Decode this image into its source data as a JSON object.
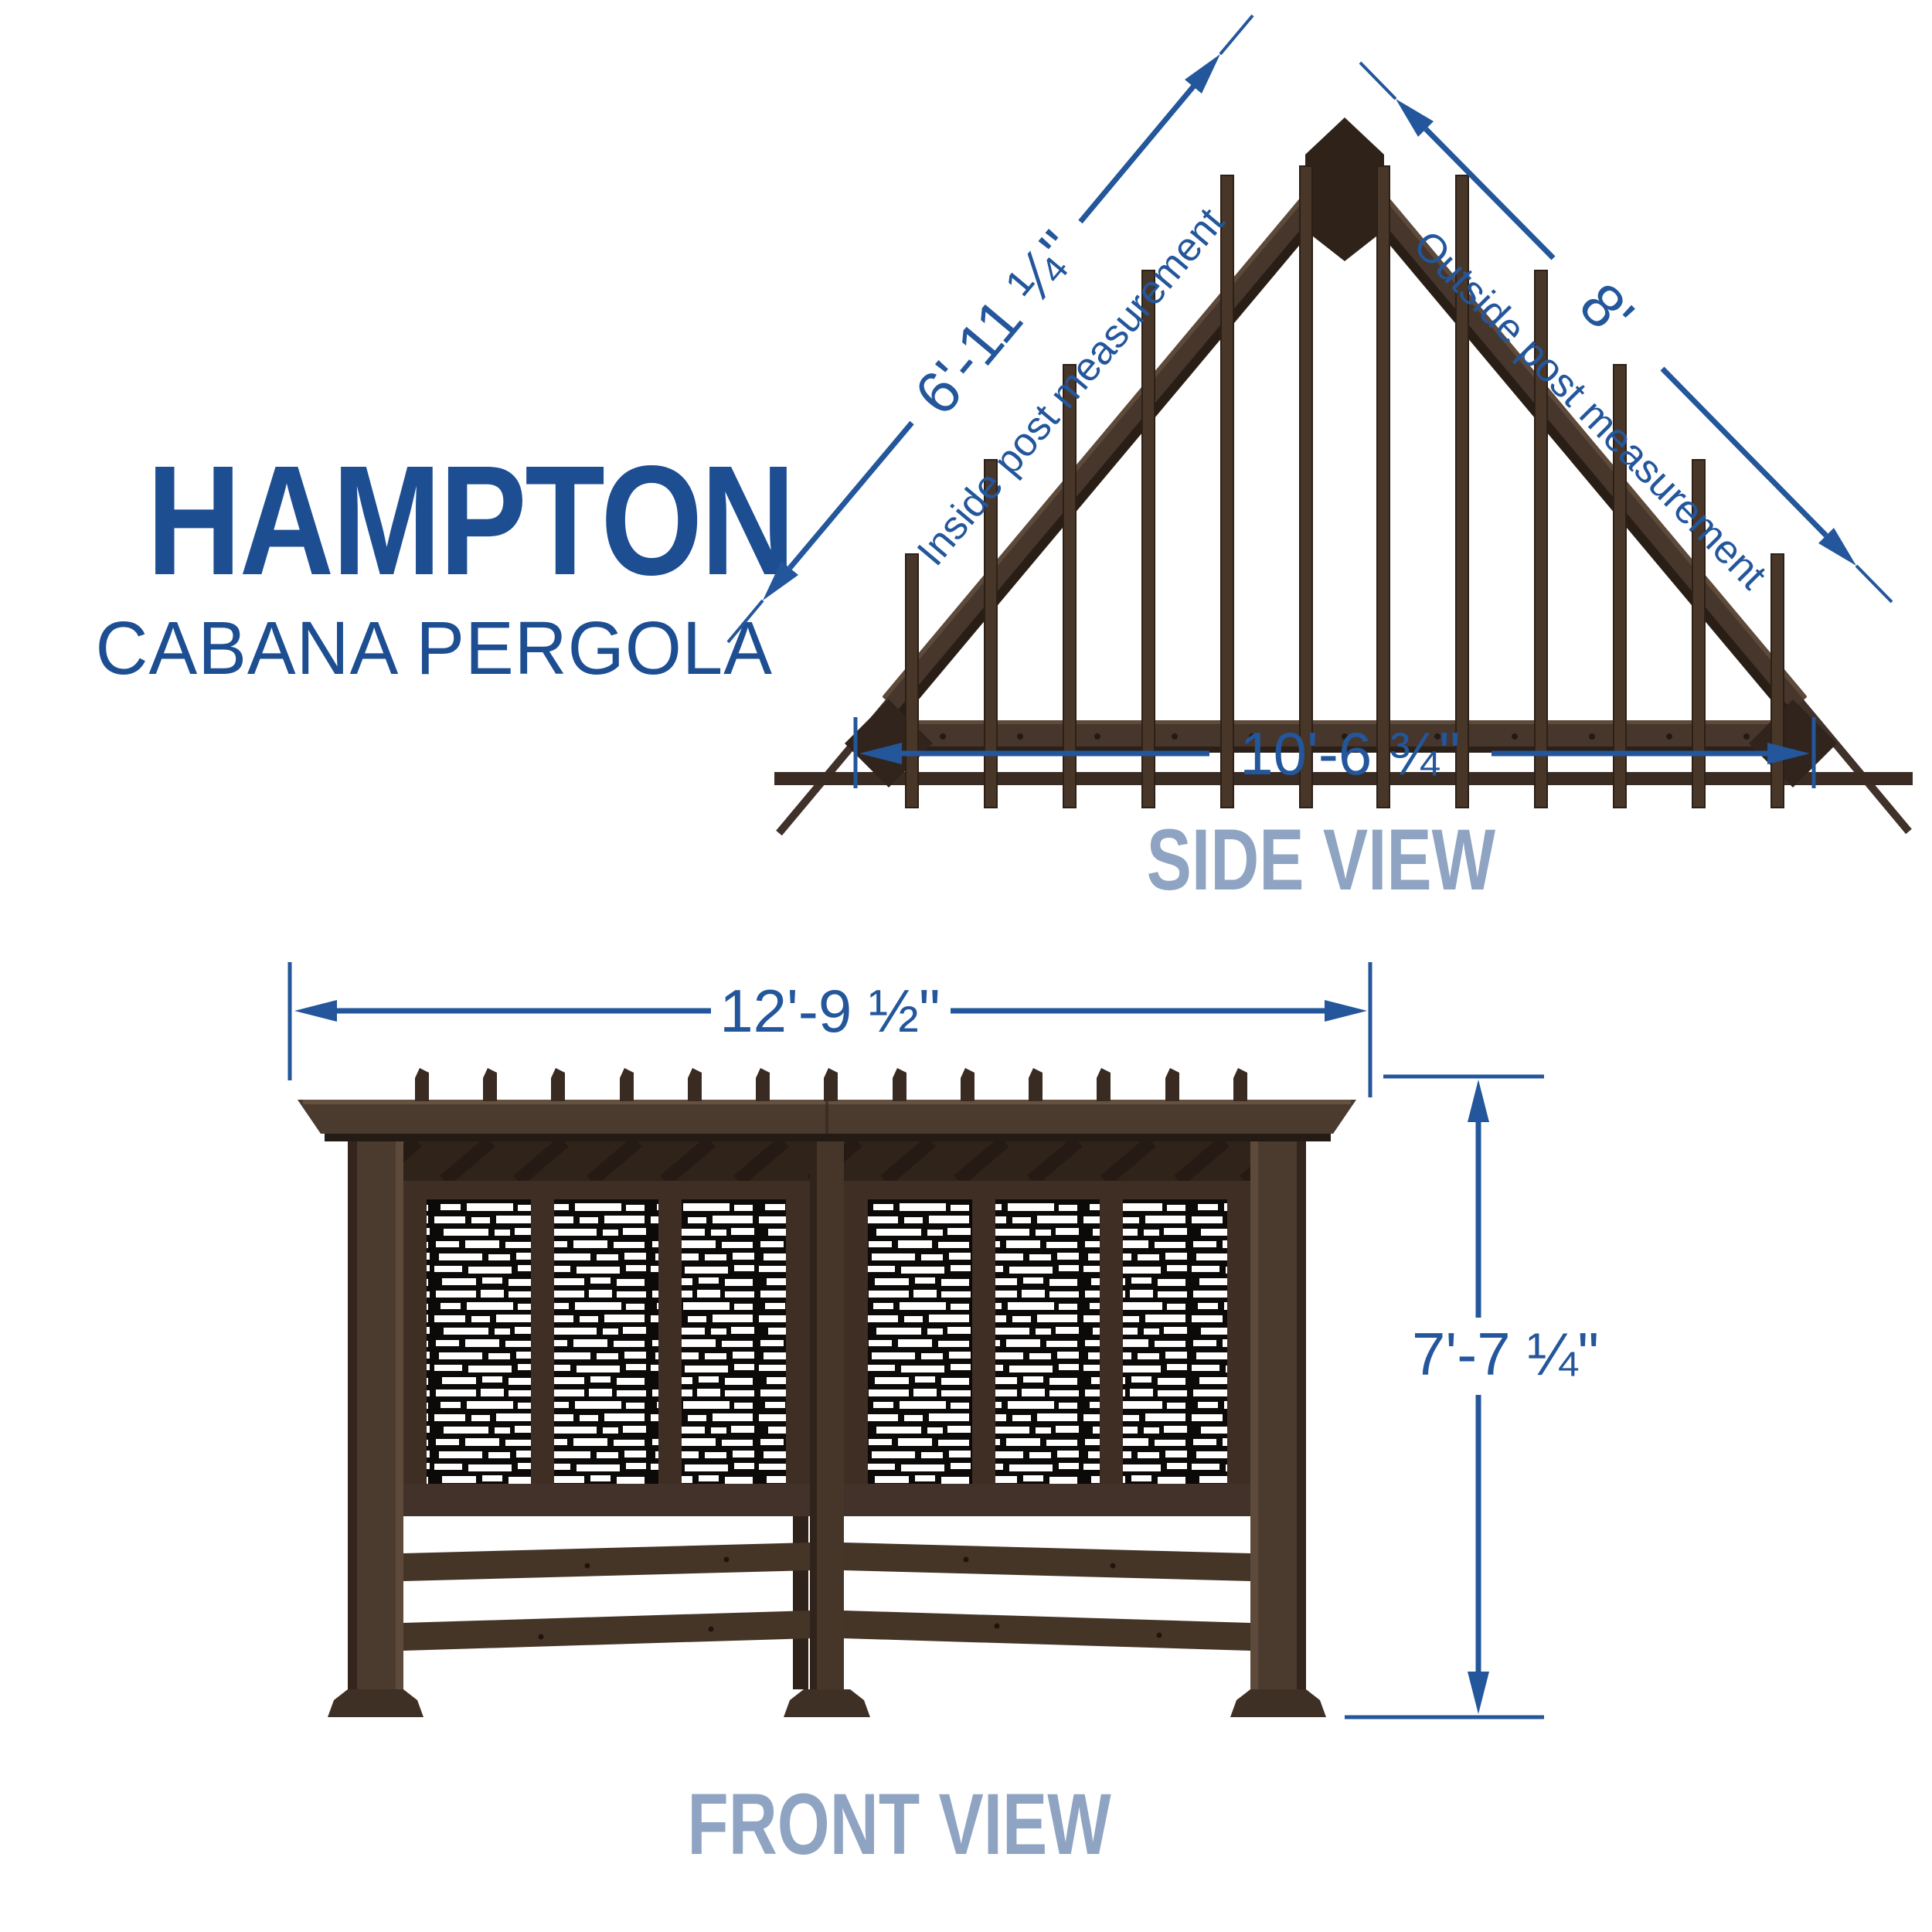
{
  "title": {
    "line1": "HAMPTON",
    "line2": "CABANA PERGOLA"
  },
  "side_view": {
    "label": "SIDE VIEW",
    "dimensions": {
      "inside_post": {
        "value": "6'-11 ¼\"",
        "note": "Inside post measurement"
      },
      "outside_post": {
        "value": "8'",
        "note": "Outside post measurement"
      },
      "base_width": {
        "value": "10'-6 ¾\""
      }
    }
  },
  "front_view": {
    "label": "FRONT VIEW",
    "dimensions": {
      "overall_width": {
        "value": "12'-9 ½\""
      },
      "overall_height": {
        "value": "7'-7 ¼\""
      }
    }
  },
  "colors": {
    "dimension_blue": "#23569B",
    "title_blue": "#1D4E92",
    "view_label_gray_blue": "#8EA4C2",
    "structure_brown": "#46362B",
    "structure_dark_brown": "#2B2018",
    "panel_black": "#0C0A09",
    "background": "#FFFFFF"
  }
}
